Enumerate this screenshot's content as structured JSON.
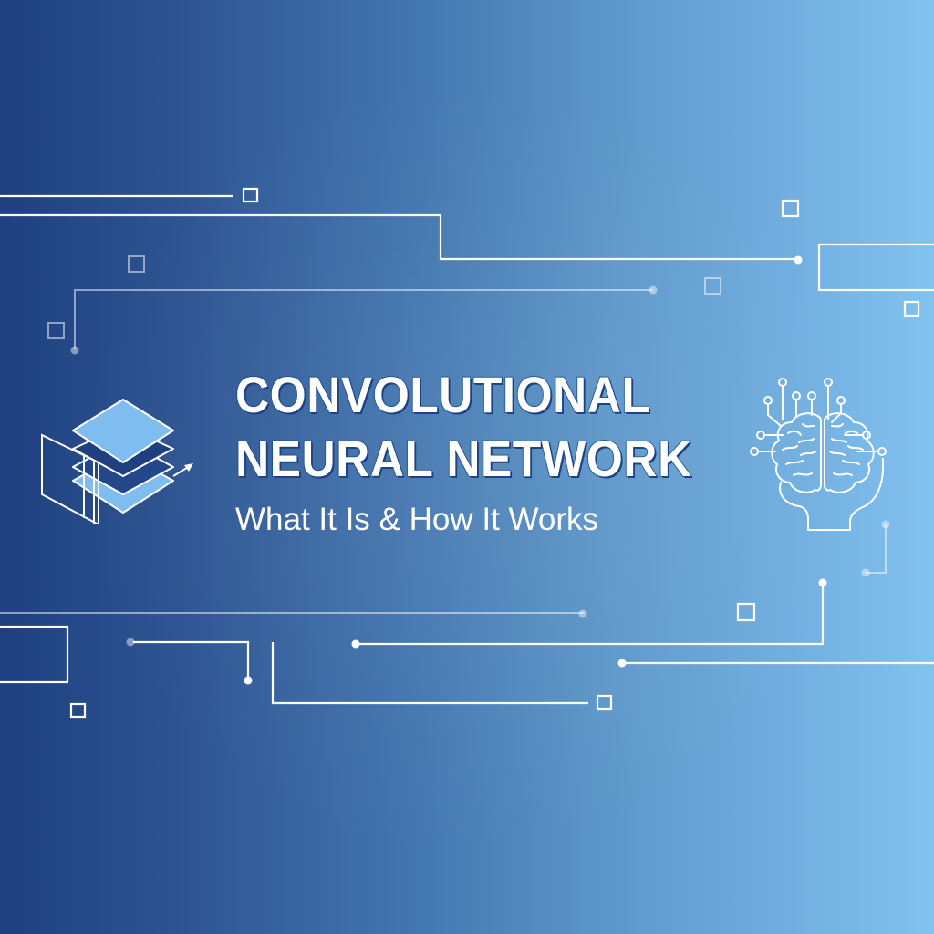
{
  "banner": {
    "title_line_1": "CONVOLUTIONAL",
    "title_line_2": "NEURAL NETWORK",
    "subtitle": "What It Is & How It Works"
  },
  "icons": {
    "left": "stacked-layers-icon",
    "right": "brain-circuit-icon"
  },
  "colors": {
    "gradient_left": "#1f4080",
    "gradient_mid": "#4477b0",
    "gradient_right": "#82c2ee",
    "text": "#ffffff",
    "title_outline": "#1f4a8a",
    "layer_light": "#7fbdf0",
    "layer_dark": "#1f3f80",
    "line_white": "#ffffff",
    "line_faint": "rgba(255,255,255,0.45)"
  }
}
